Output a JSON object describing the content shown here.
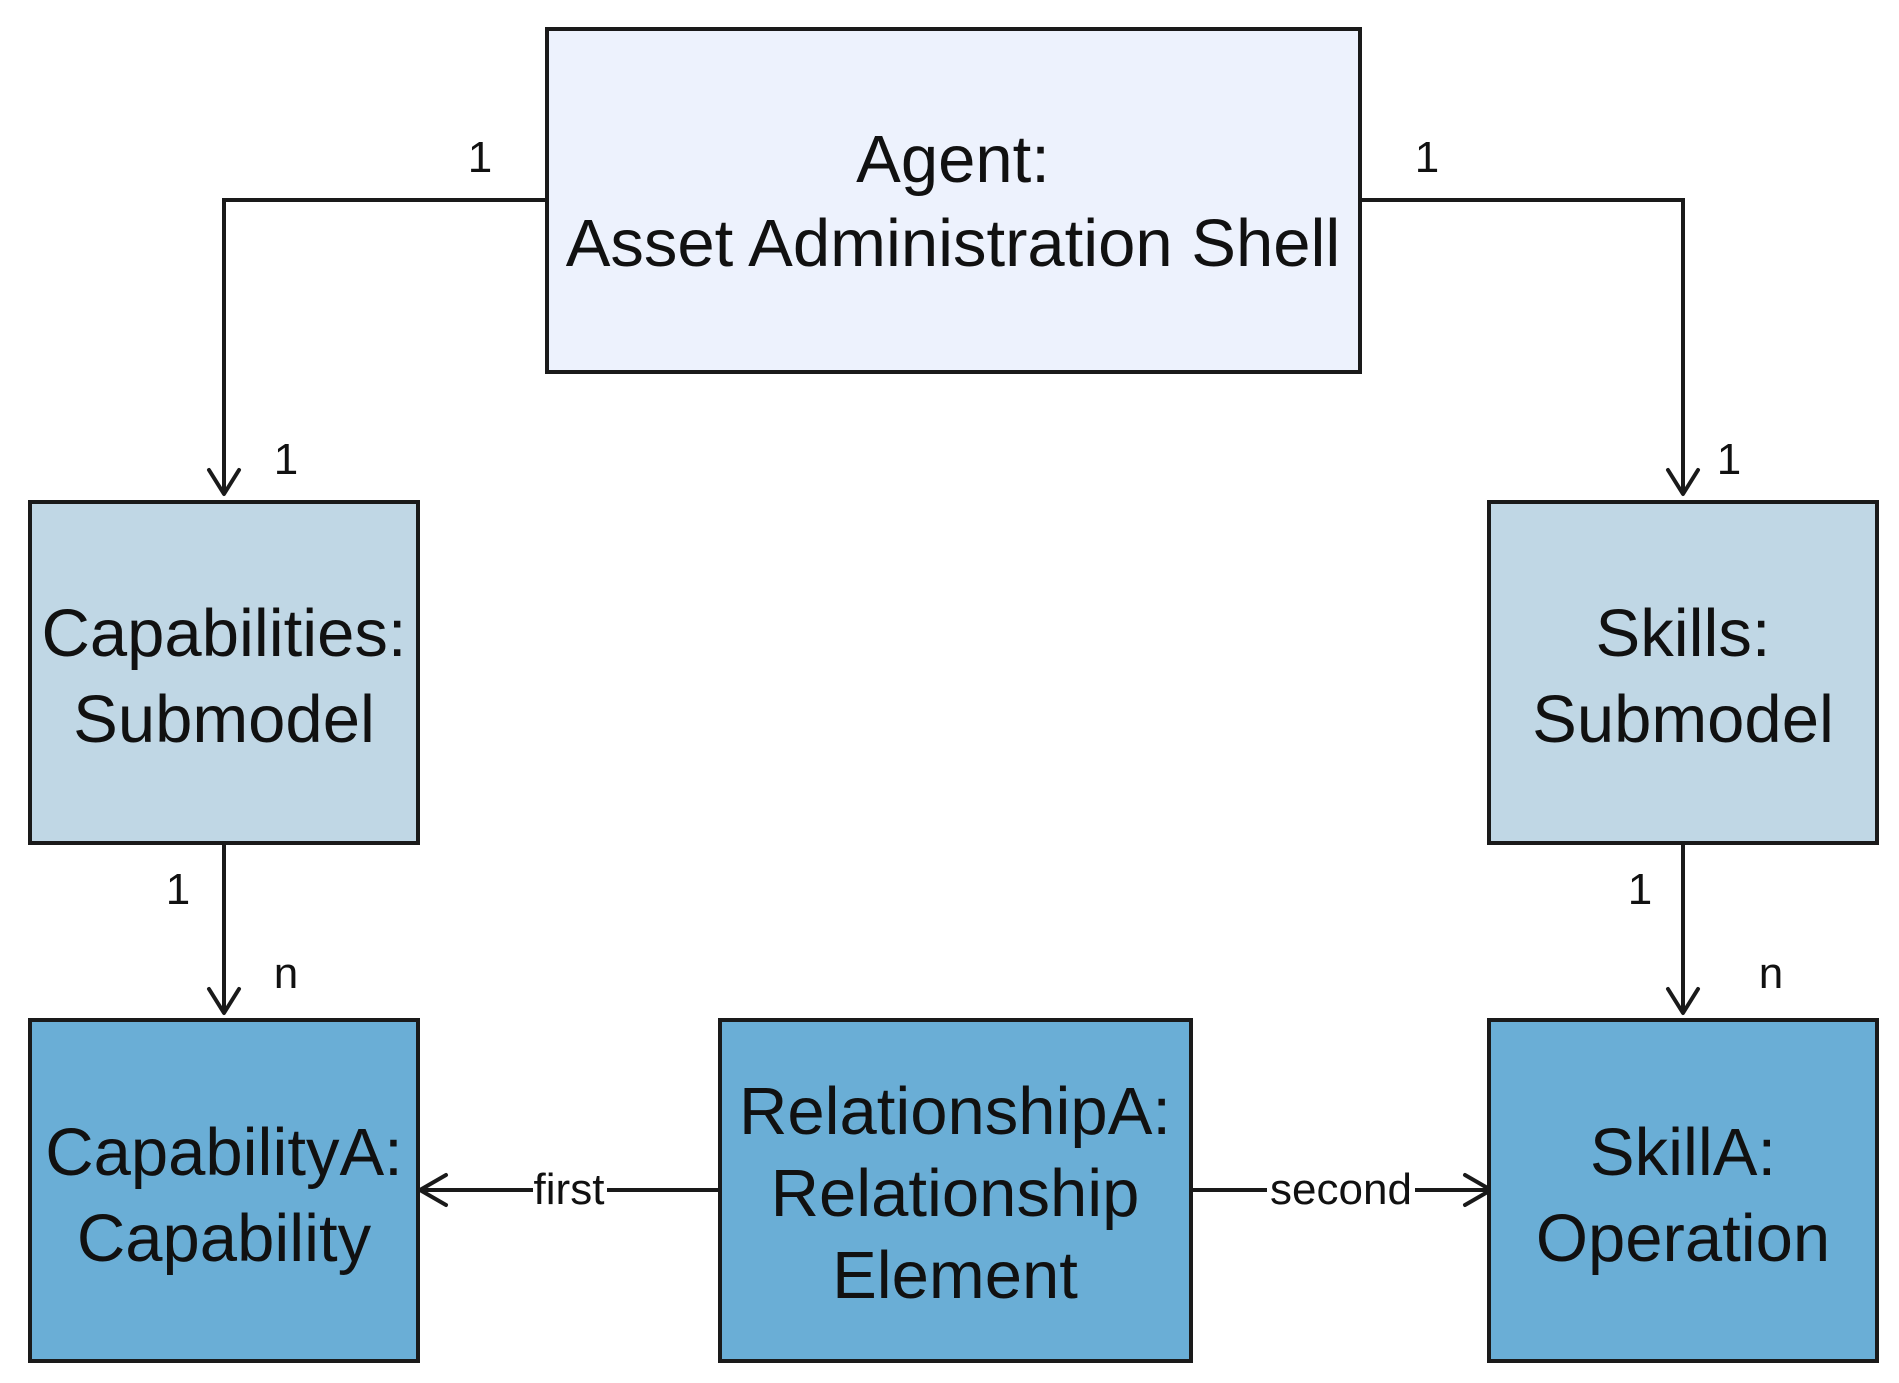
{
  "colors": {
    "agent_fill": "#edf2fd",
    "submodel_fill": "#c0d7e5",
    "element_fill": "#6aaed6",
    "stroke": "#1a1a1a"
  },
  "nodes": {
    "agent": {
      "line1": "Agent:",
      "line2": "Asset Administration Shell"
    },
    "capabilities": {
      "line1": "Capabilities:",
      "line2": "Submodel"
    },
    "skills": {
      "line1": "Skills:",
      "line2": "Submodel"
    },
    "capability_a": {
      "line1": "CapabilityA:",
      "line2": "Capability"
    },
    "relationship_a": {
      "line1": "RelationshipA:",
      "line2": "Relationship",
      "line3": "Element"
    },
    "skill_a": {
      "line1": "SkillA:",
      "line2": "Operation"
    }
  },
  "edges": {
    "agent_capabilities": {
      "source_multiplicity": "1",
      "target_multiplicity": "1"
    },
    "agent_skills": {
      "source_multiplicity": "1",
      "target_multiplicity": "1"
    },
    "capabilities_capability": {
      "source_multiplicity": "1",
      "target_multiplicity": "n"
    },
    "skills_skill": {
      "source_multiplicity": "1",
      "target_multiplicity": "n"
    },
    "relationship_capability": {
      "label": "first"
    },
    "relationship_skill": {
      "label": "second"
    }
  }
}
